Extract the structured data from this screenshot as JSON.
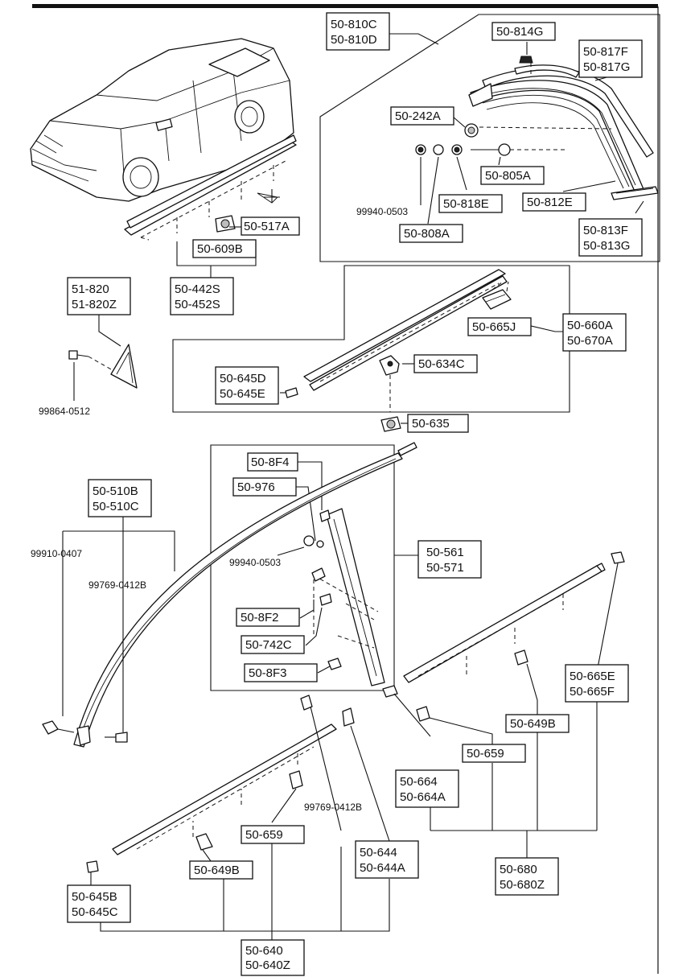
{
  "callouts": {
    "p50_810C_D": [
      "50-810C",
      "50-810D"
    ],
    "p50_814G": [
      "50-814G"
    ],
    "p50_817F_G": [
      "50-817F",
      "50-817G"
    ],
    "p50_242A": [
      "50-242A"
    ],
    "p50_805A": [
      "50-805A"
    ],
    "p50_818E": [
      "50-818E"
    ],
    "p50_812E": [
      "50-812E"
    ],
    "p50_808A": [
      "50-808A"
    ],
    "p50_813F_G": [
      "50-813F",
      "50-813G"
    ],
    "p50_517A": [
      "50-517A"
    ],
    "p50_609B": [
      "50-609B"
    ],
    "p50_442S_452S": [
      "50-442S",
      "50-452S"
    ],
    "p51_820": [
      "51-820",
      "51-820Z"
    ],
    "p50_665J": [
      "50-665J"
    ],
    "p50_660A_670A": [
      "50-660A",
      "50-670A"
    ],
    "p50_634C": [
      "50-634C"
    ],
    "p50_645D_E": [
      "50-645D",
      "50-645E"
    ],
    "p50_635": [
      "50-635"
    ],
    "p50_8F4": [
      "50-8F4"
    ],
    "p50_976": [
      "50-976"
    ],
    "p50_510B_C": [
      "50-510B",
      "50-510C"
    ],
    "p50_561_571": [
      "50-561",
      "50-571"
    ],
    "p50_8F2": [
      "50-8F2"
    ],
    "p50_742C": [
      "50-742C"
    ],
    "p50_8F3": [
      "50-8F3"
    ],
    "p50_665E_F": [
      "50-665E",
      "50-665F"
    ],
    "p50_649B_r": [
      "50-649B"
    ],
    "p50_659_r": [
      "50-659"
    ],
    "p50_664": [
      "50-664",
      "50-664A"
    ],
    "p50_659_l": [
      "50-659"
    ],
    "p50_644": [
      "50-644",
      "50-644A"
    ],
    "p50_680": [
      "50-680",
      "50-680Z"
    ],
    "p50_649B_l": [
      "50-649B"
    ],
    "p50_645B_C": [
      "50-645B",
      "50-645C"
    ],
    "p50_640": [
      "50-640",
      "50-640Z"
    ]
  },
  "plain_labels": {
    "n99940_0503_top": "99940-0503",
    "n99864_0512": "99864-0512",
    "n99910_0407": "99910-0407",
    "n99769_0412B_l": "99769-0412B",
    "n99940_0503_mid": "99940-0503",
    "n99769_0412B_bot": "99769-0412B"
  }
}
